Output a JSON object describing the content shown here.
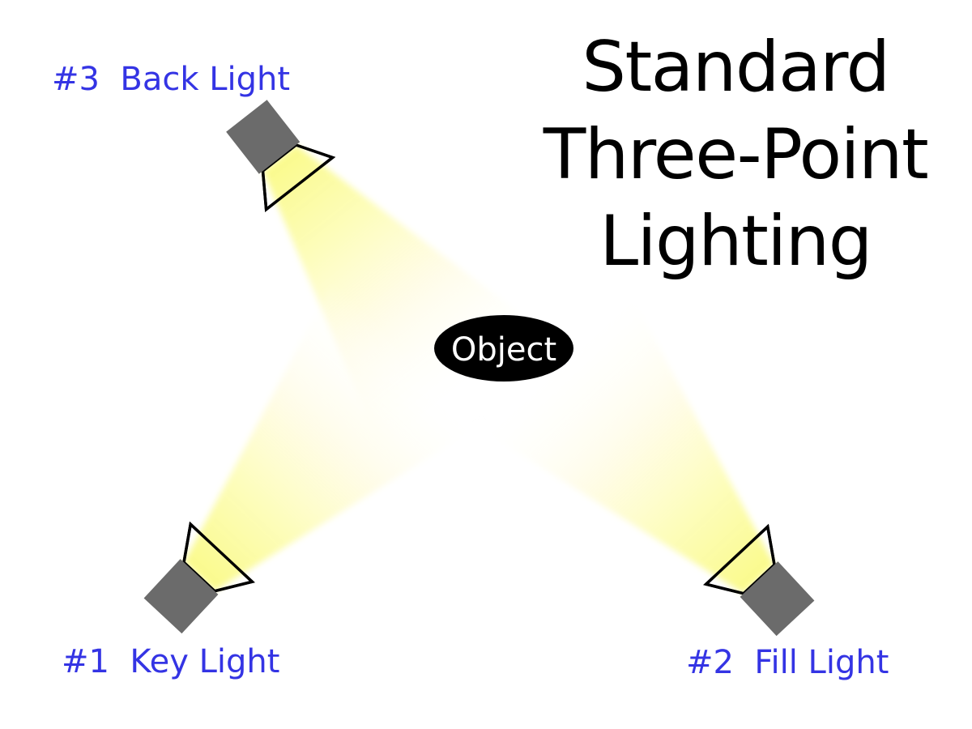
{
  "title": {
    "line1": "Standard",
    "line2": "Three-Point",
    "line3": "Lighting"
  },
  "object": {
    "label": "Object"
  },
  "lights": {
    "key": {
      "label": "#1  Key Light"
    },
    "fill": {
      "label": "#2  Fill Light"
    },
    "back": {
      "label": "#3  Back Light"
    }
  },
  "colors": {
    "label_blue": "#3434e4",
    "body_gray": "#6b6b6b",
    "outline_black": "#000000",
    "beam_core": "#fafa8c",
    "beam_mid": "#fdfdb6",
    "beam_fade": "#ffffff",
    "object_fill": "#000000",
    "object_text": "#ffffff",
    "title_black": "#000000",
    "bg": "#ffffff"
  }
}
